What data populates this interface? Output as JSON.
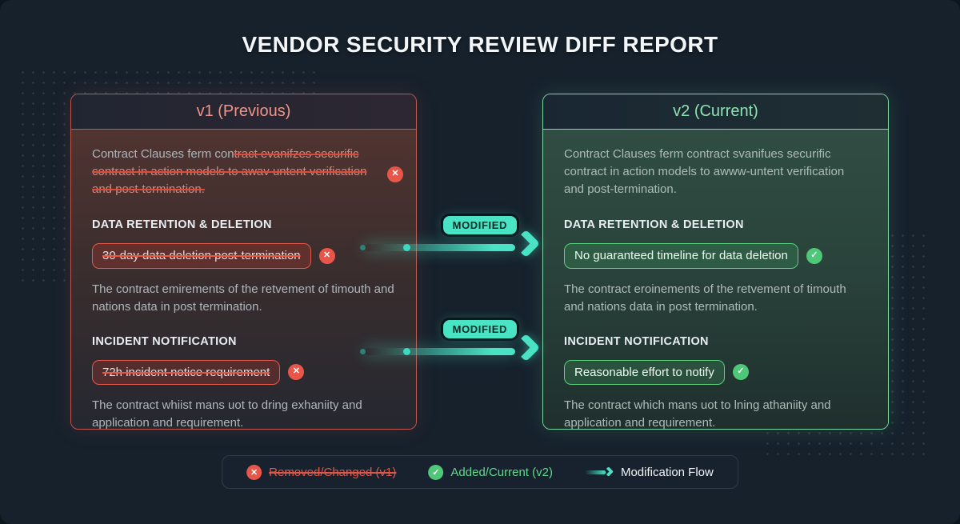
{
  "title": "VENDOR SECURITY REVIEW DIFF REPORT",
  "colors": {
    "removed_red": "#e0574a",
    "added_green": "#55d07e",
    "flow_teal": "#49e2c4",
    "v1_border": "#c2584c",
    "v2_border": "#7cd9a4",
    "background": "#16212c"
  },
  "icons": {
    "removed": "✕",
    "added": "✓"
  },
  "panels": {
    "v1": {
      "header": "v1 (Previous)",
      "intro_prefix": "Contract Clauses ferm con",
      "intro_struck": "tract evanifzes securific contract in action models to awav untent verification and post-termination.",
      "sections": [
        {
          "heading": "DATA RETENTION & DELETION",
          "badge": "30-day data deletion post-termination",
          "desc": "The contract emirements of the retvement of timouth and nations data in post termination."
        },
        {
          "heading": "INCIDENT NOTIFICATION",
          "badge": "72h incident notice requirement",
          "desc": "The contract whiist mans uot to dring exhaniity and application and requirement."
        }
      ]
    },
    "v2": {
      "header": "v2 (Current)",
      "intro": "Contract Clauses ferm contract svanifues securific contract in action models to awww-untent verification and post-termination.",
      "sections": [
        {
          "heading": "DATA RETENTION & DELETION",
          "badge": "No guaranteed timeline for data deletion",
          "desc": "The contract eroinements of the retvement of timouth and nations data in post termination."
        },
        {
          "heading": "INCIDENT NOTIFICATION",
          "badge": "Reasonable effort to notify",
          "desc": "The contract which mans uot to lning athaniity and application and requirement."
        }
      ]
    }
  },
  "arrows": [
    {
      "label": "MODIFIED"
    },
    {
      "label": "MODIFIED"
    }
  ],
  "legend": {
    "removed": "Removed/Changed (v1)",
    "added": "Added/Current (v2)",
    "flow": "Modification Flow"
  }
}
